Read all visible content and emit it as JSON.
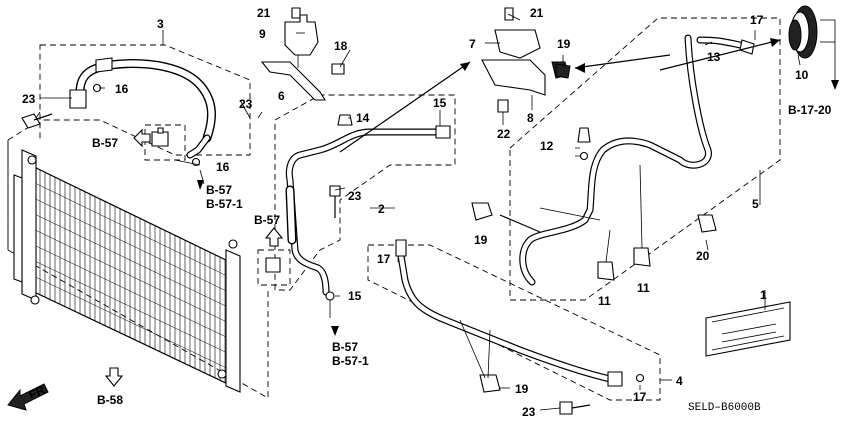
{
  "diagram": {
    "code": "SELD–B6000B",
    "front_label": "FR.",
    "refs": {
      "b57_left": "B-57",
      "b57_a": "B-57",
      "b57_1_a": "B-57-1",
      "b57_mid": "B-57",
      "b57_b": "B-57",
      "b57_1_b": "B-57-1",
      "b58": "B-58",
      "b17_20": "B-17-20"
    },
    "callouts": {
      "c1": "1",
      "c2": "2",
      "c3": "3",
      "c4": "4",
      "c5": "5",
      "c6": "6",
      "c7": "7",
      "c8": "8",
      "c9": "9",
      "c10": "10",
      "c11a": "11",
      "c11b": "11",
      "c12": "12",
      "c13": "13",
      "c14": "14",
      "c15a": "15",
      "c15b": "15",
      "c16a": "16",
      "c16b": "16",
      "c17a": "17",
      "c17b": "17",
      "c17c": "17",
      "c18": "18",
      "c19a": "19",
      "c19b": "19",
      "c19c": "19",
      "c20": "20",
      "c21a": "21",
      "c21b": "21",
      "c22": "22",
      "c23a": "23",
      "c23b": "23",
      "c23c": "23",
      "c23d": "23"
    }
  }
}
